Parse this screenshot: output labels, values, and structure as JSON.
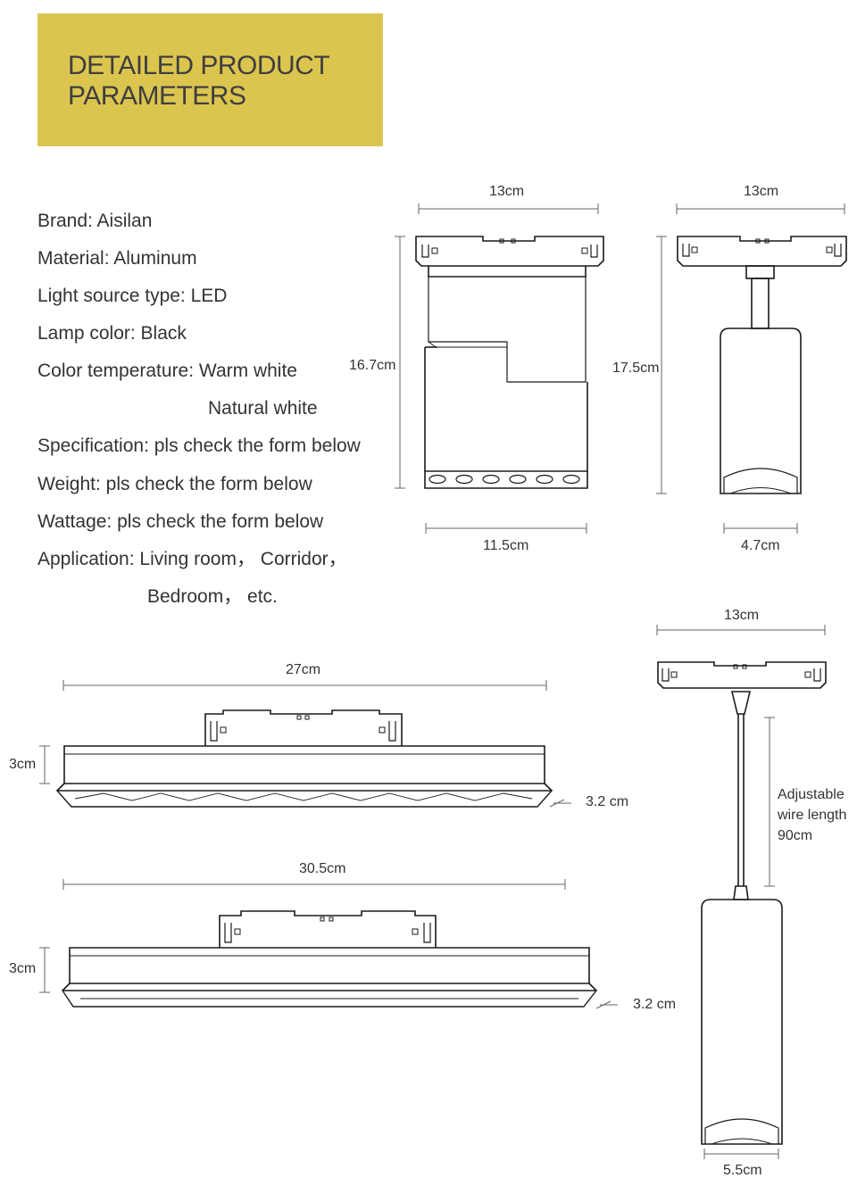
{
  "banner": {
    "line1": "DETAILED PRODUCT",
    "line2": "PARAMETERS"
  },
  "specs": [
    "Brand: Aisilan",
    "Material: Aluminum",
    "Light source type: LED",
    "Lamp color: Black",
    "Color temperature: Warm white",
    "Natural white",
    "Specification: pls check the form below",
    "Weight: pls check the form below",
    "Wattage: pls check the form below",
    "Application: Living room， Corridor，",
    "Bedroom， etc."
  ],
  "dimensions": {
    "folding_width": "13cm",
    "folding_height": "16.7cm",
    "folding_base": "11.5cm",
    "spot_width": "13cm",
    "spot_height": "17.5cm",
    "spot_diameter": "4.7cm",
    "linear1_length": "27cm",
    "linear1_height": "3cm",
    "linear1_depth": "3.2 cm",
    "linear2_length": "30.5cm",
    "linear2_height": "3cm",
    "linear2_depth": "3.2 cm",
    "pendant_width": "13cm",
    "pendant_wire": [
      "Adjustable",
      "wire length",
      "90cm"
    ],
    "pendant_diameter": "5.5cm"
  },
  "colors": {
    "banner": "#dcc54f",
    "stroke": "#1a1a1a",
    "dimension_line": "#666666"
  }
}
